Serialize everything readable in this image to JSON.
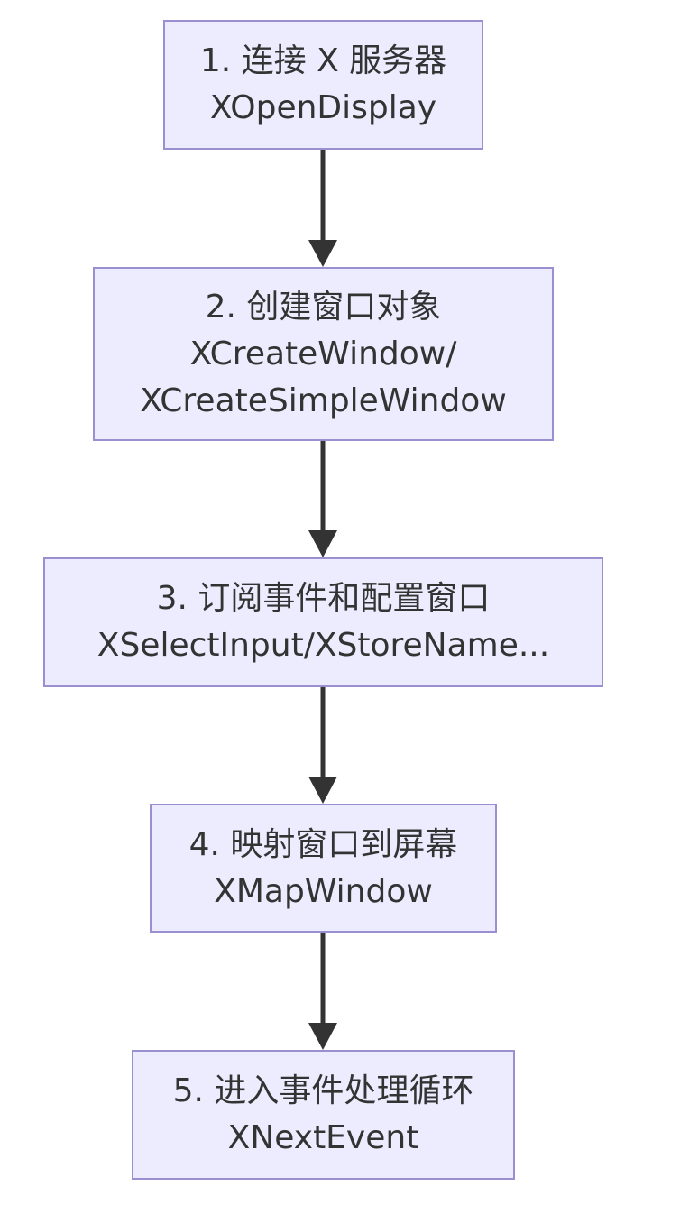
{
  "colors": {
    "node_fill": "#ececfe",
    "node_border": "#9a8fd0",
    "text": "#333333",
    "arrow": "#333333",
    "background": "#ffffff"
  },
  "nodes": [
    {
      "id": "step-1",
      "lines": [
        "1. 连接 X 服务器",
        "XOpenDisplay"
      ]
    },
    {
      "id": "step-2",
      "lines": [
        "2. 创建窗口对象",
        "XCreateWindow/",
        "XCreateSimpleWindow"
      ]
    },
    {
      "id": "step-3",
      "lines": [
        "3. 订阅事件和配置窗口",
        "XSelectInput/XStoreName..."
      ]
    },
    {
      "id": "step-4",
      "lines": [
        "4. 映射窗口到屏幕",
        "XMapWindow"
      ]
    },
    {
      "id": "step-5",
      "lines": [
        "5. 进入事件处理循环",
        "XNextEvent"
      ]
    }
  ],
  "edges": [
    {
      "from": "step-1",
      "to": "step-2"
    },
    {
      "from": "step-2",
      "to": "step-3"
    },
    {
      "from": "step-3",
      "to": "step-4"
    },
    {
      "from": "step-4",
      "to": "step-5"
    }
  ]
}
